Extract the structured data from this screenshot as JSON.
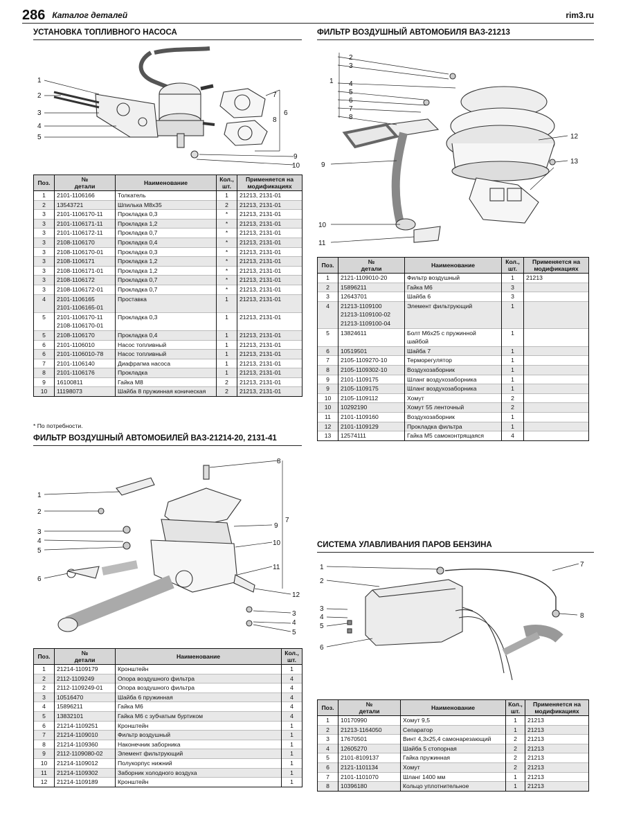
{
  "header": {
    "page_number": "286",
    "catalog_title": "Каталог деталей",
    "site": "rim3.ru"
  },
  "columns": {
    "pos": "Поз.",
    "num": "№\nдетали",
    "name": "Наименование",
    "qty": "Кол.,\nшт.",
    "mods": "Применяется на\nмодификациях"
  },
  "fuel_pump": {
    "title": "УСТАНОВКА ТОПЛИВНОГО НАСОСА",
    "callouts": [
      "1",
      "2",
      "3",
      "4",
      "5",
      "6",
      "7",
      "8",
      "9",
      "10"
    ],
    "rows": [
      [
        "1",
        "2101-1106166",
        "Толкатель",
        "1",
        "21213, 2131-01"
      ],
      [
        "2",
        "13543721",
        "Шпилька М8х35",
        "2",
        "21213, 2131-01"
      ],
      [
        "3",
        "2101-1106170-11",
        "Прокладка 0,3",
        "*",
        "21213, 2131-01"
      ],
      [
        "3",
        "2101-1106171-11",
        "Прокладка 1,2",
        "*",
        "21213, 2131-01"
      ],
      [
        "3",
        "2101-1106172-11",
        "Прокладка 0,7",
        "*",
        "21213, 2131-01"
      ],
      [
        "3",
        "2108-1106170",
        "Прокладка 0,4",
        "*",
        "21213, 2131-01"
      ],
      [
        "3",
        "2108-1106170-01",
        "Прокладка 0,3",
        "*",
        "21213, 2131-01"
      ],
      [
        "3",
        "2108-1106171",
        "Прокладка 1,2",
        "*",
        "21213, 2131-01"
      ],
      [
        "3",
        "2108-1106171-01",
        "Прокладка 1,2",
        "*",
        "21213, 2131-01"
      ],
      [
        "3",
        "2108-1106172",
        "Прокладка 0,7",
        "*",
        "21213, 2131-01"
      ],
      [
        "3",
        "2108-1106172-01",
        "Прокладка 0,7",
        "*",
        "21213, 2131-01"
      ],
      [
        "4",
        "2101-1106165\n2101-1106165-01",
        "Проставка",
        "1",
        "21213, 2131-01"
      ],
      [
        "5",
        "2101-1106170-11\n2108-1106170-01",
        "Прокладка 0,3",
        "1",
        "21213, 2131-01"
      ],
      [
        "5",
        "2108-1106170",
        "Прокладка 0,4",
        "1",
        "21213, 2131-01"
      ],
      [
        "6",
        "2101-1106010",
        "Насос топливный",
        "1",
        "21213, 2131-01"
      ],
      [
        "6",
        "2101-1106010-78",
        "Насос топливный",
        "1",
        "21213, 2131-01"
      ],
      [
        "7",
        "2101-1106140",
        "Диафрагма насоса",
        "1",
        "21213, 2131-01"
      ],
      [
        "8",
        "2101-1106176",
        "Прокладка",
        "1",
        "21213, 2131-01"
      ],
      [
        "9",
        "16100811",
        "Гайка М8",
        "2",
        "21213, 2131-01"
      ],
      [
        "10",
        "11198073",
        "Шайба 8 пружинная коническая",
        "2",
        "21213, 2131-01"
      ]
    ],
    "footnote": "* По потребности."
  },
  "air_filter_21213": {
    "title": "ФИЛЬТР ВОЗДУШНЫЙ АВТОМОБИЛЯ ВАЗ-21213",
    "callouts": [
      "1",
      "2",
      "3",
      "4",
      "5",
      "6",
      "7",
      "8",
      "9",
      "10",
      "11",
      "12",
      "13"
    ],
    "rows": [
      [
        "1",
        "2121-1109010-20",
        "Фильтр воздушный",
        "1",
        "21213"
      ],
      [
        "2",
        "15896211",
        "Гайка М6",
        "3",
        ""
      ],
      [
        "3",
        "12643701",
        "Шайба 6",
        "3",
        ""
      ],
      [
        "4",
        "21213-1109100\n21213-1109100-02\n21213-1109100-04",
        "Элемент фильтрующий",
        "1",
        ""
      ],
      [
        "5",
        "13824611",
        "Болт М6х25 с пружинной шайбой",
        "1",
        ""
      ],
      [
        "6",
        "10519501",
        "Шайба 7",
        "1",
        ""
      ],
      [
        "7",
        "2105-1109270-10",
        "Терморегулятор",
        "1",
        ""
      ],
      [
        "8",
        "2105-1109302-10",
        "Воздухозаборник",
        "1",
        ""
      ],
      [
        "9",
        "2101-1109175",
        "Шланг воздухозаборника",
        "1",
        ""
      ],
      [
        "9",
        "2105-1109175",
        "Шланг воздухозаборника",
        "1",
        ""
      ],
      [
        "10",
        "2105-1109112",
        "Хомут",
        "2",
        ""
      ],
      [
        "10",
        "10292190",
        "Хомут 55 ленточный",
        "2",
        ""
      ],
      [
        "11",
        "2101-1109160",
        "Воздухозаборник",
        "1",
        ""
      ],
      [
        "12",
        "2101-1109129",
        "Прокладка фильтра",
        "1",
        ""
      ],
      [
        "13",
        "12574111",
        "Гайка М5 самоконтрящаяся",
        "4",
        ""
      ]
    ]
  },
  "air_filter_21214": {
    "title": "ФИЛЬТР ВОЗДУШНЫЙ АВТОМОБИЛЕЙ ВАЗ-21214-20, 2131-41",
    "callouts": [
      "1",
      "2",
      "3",
      "4",
      "5",
      "6",
      "7",
      "8",
      "9",
      "10",
      "11",
      "12"
    ],
    "rows": [
      [
        "1",
        "21214-1109179",
        "Кронштейн",
        "1"
      ],
      [
        "2",
        "2112-1109249",
        "Опора воздушного фильтра",
        "4"
      ],
      [
        "2",
        "2112-1109249-01",
        "Опора воздушного фильтра",
        "4"
      ],
      [
        "3",
        "10516470",
        "Шайба 6 пружинная",
        "4"
      ],
      [
        "4",
        "15896211",
        "Гайка М6",
        "4"
      ],
      [
        "5",
        "13832101",
        "Гайка М6 с зубчатым буртиком",
        "4"
      ],
      [
        "6",
        "21214-1109251",
        "Кронштейн",
        "1"
      ],
      [
        "7",
        "21214-1109010",
        "Фильтр воздушный",
        "1"
      ],
      [
        "8",
        "21214-1109360",
        "Наконечник заборника",
        "1"
      ],
      [
        "9",
        "2112-1109080-02",
        "Элемент фильтрующий",
        "1"
      ],
      [
        "10",
        "21214-1109012",
        "Полукорпус нижний",
        "1"
      ],
      [
        "11",
        "21214-1109302",
        "Заборник холодного воздуха",
        "1"
      ],
      [
        "12",
        "21214-1109189",
        "Кронштейн",
        "1"
      ]
    ]
  },
  "vapor_system": {
    "title": "СИСТЕМА УЛАВЛИВАНИЯ ПАРОВ БЕНЗИНА",
    "callouts": [
      "1",
      "2",
      "3",
      "4",
      "5",
      "6",
      "7",
      "8"
    ],
    "rows": [
      [
        "1",
        "10170990",
        "Хомут 9,5",
        "1",
        "21213"
      ],
      [
        "2",
        "21213-1164050",
        "Сепаратор",
        "1",
        "21213"
      ],
      [
        "3",
        "17670501",
        "Винт 4,3х25,4 самонарезающий",
        "2",
        "21213"
      ],
      [
        "4",
        "12605270",
        "Шайба 5 стопорная",
        "2",
        "21213"
      ],
      [
        "5",
        "2101-8109137",
        "Гайка пружинная",
        "2",
        "21213"
      ],
      [
        "6",
        "2121-1101134",
        "Хомут",
        "2",
        "21213"
      ],
      [
        "7",
        "2101-1101070",
        "Шланг 1400 мм",
        "1",
        "21213"
      ],
      [
        "8",
        "10396180",
        "Кольцо уплотнительное",
        "1",
        "21213"
      ]
    ]
  }
}
